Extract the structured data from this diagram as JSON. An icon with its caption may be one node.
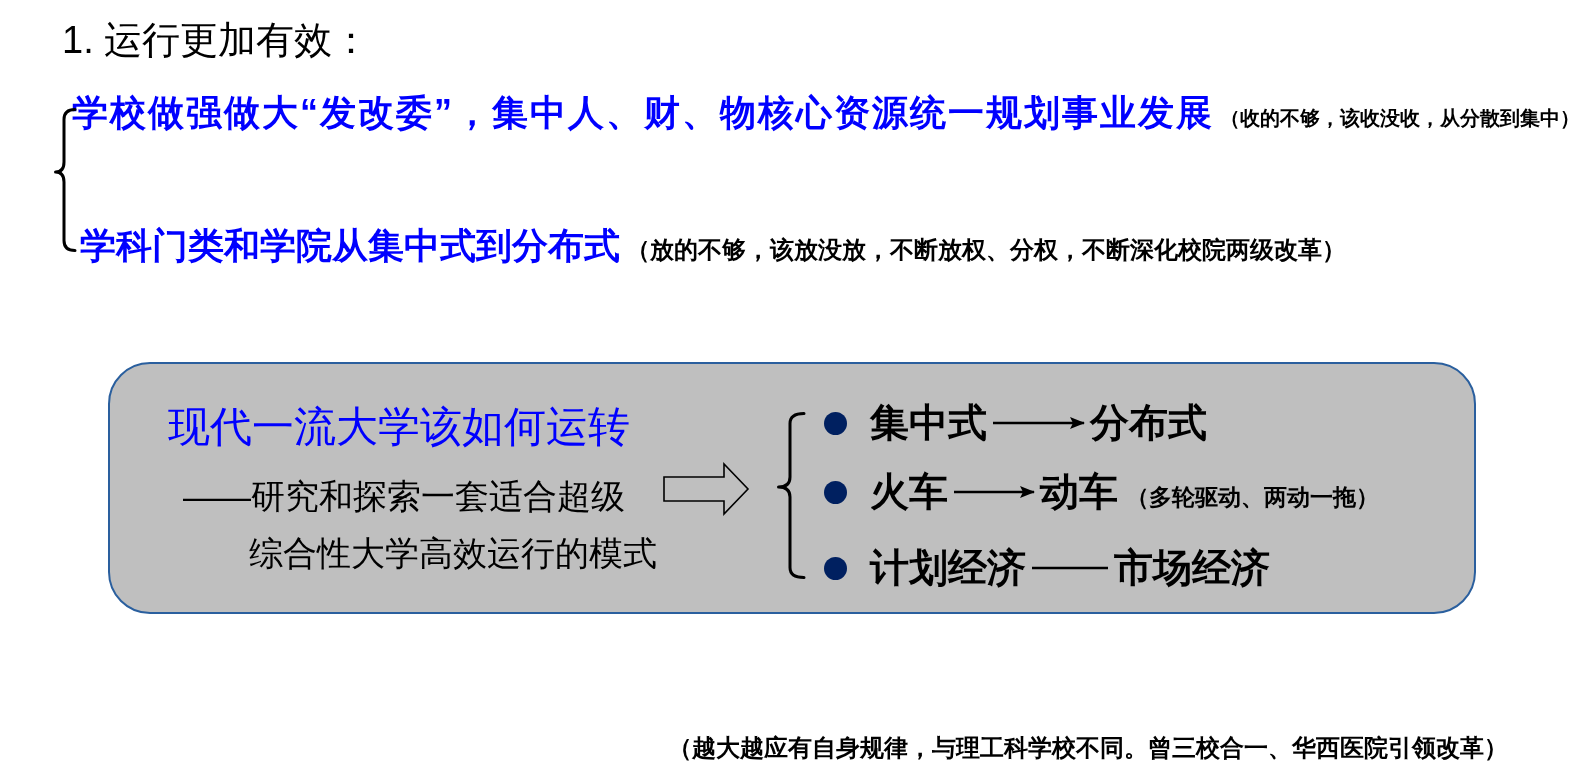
{
  "diagram": {
    "title": "1. 运行更加有效：",
    "nodes": [
      {
        "text": [],
        "shape": "box"
      },
      {
        "text": [
          "现代一流大学该如何运转",
          "——研究和探索一套适合超级综合性大学高效运行的模式"
        ],
        "in": 0
      },
      {
        "text": [
          "集中式"
        ],
        "in": 0
      },
      {
        "text": [
          "分布式"
        ],
        "in": 0
      },
      {
        "text": [
          "火车"
        ],
        "in": 0
      },
      {
        "text": [
          "动车"
        ],
        "beside": [
          "（多轮驱动、两动一拖）"
        ],
        "in": 0
      },
      {
        "text": [
          "计划经济"
        ],
        "in": 0
      },
      {
        "text": [
          "市场经济"
        ],
        "in": 0
      }
    ],
    "edges": [
      {
        "from": 2,
        "to": 3,
        "arrow": "to"
      },
      {
        "from": 4,
        "to": 5,
        "arrow": "to"
      },
      {
        "from": 6,
        "to": 7,
        "arrow": "none"
      },
      {
        "from": 1,
        "to": null,
        "arrow": "to",
        "style": "thick"
      }
    ],
    "labels": [
      "学校做强做大“发改委”，集中人、财、物核心资源统一规划事业发展",
      "（收的不够，该收没收，从分散到集中）",
      "学科门类和学院从集中式到分布式",
      "（放的不够，该放没放，不断放权、分权，不断深化校院两级改革）",
      "（越大越应有自身规律，与理工科学校不同。曾三校合一、华西医院引领改革）"
    ]
  }
}
